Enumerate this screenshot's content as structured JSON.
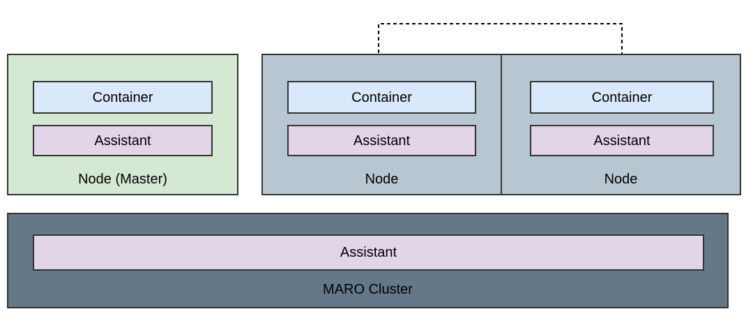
{
  "colors": {
    "canvas_bg": "#ffffff",
    "master_fill": "#d5e8d4",
    "node_fill": "#b8c6d1",
    "container_fill": "#dae8fc",
    "assistant_fill": "#e1d5e7",
    "cluster_fill": "#647889",
    "border": "#333333",
    "connector": "#000000",
    "text": "#000000"
  },
  "nodes": {
    "master": {
      "label": "Node (Master)",
      "container": "Container",
      "assistant": "Assistant"
    },
    "node1": {
      "label": "Node",
      "container": "Container",
      "assistant": "Assistant"
    },
    "node2": {
      "label": "Node",
      "container": "Container",
      "assistant": "Assistant"
    }
  },
  "cluster": {
    "label": "MARO Cluster",
    "assistant": "Assistant"
  },
  "connector": {
    "style": "dashed",
    "arrows": "down-into-both-containers"
  }
}
